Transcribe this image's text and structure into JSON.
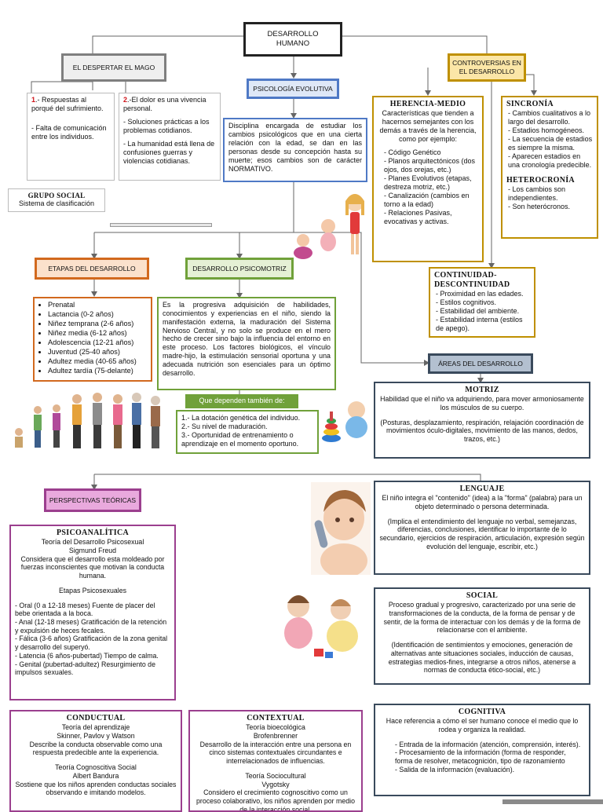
{
  "title": {
    "line1": "DESARROLLO",
    "line2": "HUMANO"
  },
  "despertar": {
    "label": "EL DESPERTAR EL MAGO",
    "left_num": "1",
    "left_text": ".- Respuestas al porqué del sufrimiento.",
    "left_text2": "- Falta de comunicación entre los individuos.",
    "right_num": "2",
    "right_text": ".-El dolor es una vivencia personal.",
    "right_text2": "- Soluciones prácticas a los problemas cotidianos.",
    "right_text3": "- La humanidad está llena de confusiones guerras y violencias cotidianas."
  },
  "grupo_social": {
    "title": "GRUPO SOCIAL",
    "text": "Sistema de clasificación"
  },
  "psicologia": {
    "label": "PSICOLOGÍA EVOLUTIVA",
    "text": "Disciplina encargada de estudiar los cambios psicológicos que en una cierta relación con la edad, se dan en las personas desde su concepción hasta su muerte; esos cambios son de carácter NORMATIVO."
  },
  "controversias": {
    "label_line1": "CONTROVERSIAS EN",
    "label_line2": "EL DESARROLLO"
  },
  "herencia": {
    "title": "HERENCIA-MEDIO",
    "intro": "Características que tienden a hacernos semejantes con los demás a través de la herencia, como por ejemplo:",
    "items": [
      "Código Genético",
      "Planos arquitectónicos (dos ojos, dos orejas, etc.)",
      "Planes Evolutivos (etapas, destreza motriz, etc.)",
      "Canalización (cambios en torno a la edad)",
      "Relaciones Pasivas, evocativas y activas."
    ]
  },
  "sincronia": {
    "title": "SINCRONÍA",
    "items": [
      "Cambios cualitativos a lo largo del desarrollo.",
      "Estadios homogéneos.",
      "La secuencia de estadios es siempre la misma.",
      "Aparecen estadios en una cronología predecible."
    ],
    "title2": "HETEROCRONÍA",
    "items2": [
      "Los cambios son independientes.",
      "Son heterócronos."
    ]
  },
  "continuidad": {
    "title_line1": "CONTINUIDAD-",
    "title_line2": "DESCONTINUIDAD",
    "items": [
      "Proximidad en las edades.",
      "Estilos cognitivos.",
      "Estabilidad del ambiente.",
      "Estabilidad interna (estilos de apego)."
    ]
  },
  "etapas": {
    "label": "ETAPAS DEL DESARROLLO",
    "items": [
      "Prenatal",
      "Lactancia (0-2 años)",
      "Niñez temprana (2-6 años)",
      "Niñez media (6-12 años)",
      "Adolescencia (12-21 años)",
      "Juventud (25-40 años)",
      "Adultez media (40-65 años)",
      "Adultez tardía (75-delante)"
    ]
  },
  "psicomotriz": {
    "label": "DESARROLLO PSICOMOTRIZ",
    "text": "Es la progresiva adquisición de habilidades, conocimientos y experiencias en el niño, siendo la manifestación externa, la maduración del Sistema Nervioso Central, y no solo se produce en el mero hecho de crecer sino bajo la influencia del entorno en este proceso. Los factores biológicos, el vínculo madre-hijo, la estimulación sensorial oportuna y una adecuada nutrición son esenciales para un óptimo desarrollo."
  },
  "dependen": {
    "label": "Que dependen también de:",
    "items": [
      "1.- La dotación genética del individuo.",
      "2.- Su nivel de maduración.",
      "3.- Oportunidad de entrenamiento o aprendizaje en el momento oportuno."
    ]
  },
  "areas": {
    "label": "ÁREAS DEL DESARROLLO"
  },
  "motriz": {
    "title": "MOTRIZ",
    "text": "Habilidad que el niño va adquiriendo, para mover armoniosamente los músculos de su cuerpo.",
    "text2": "(Posturas, desplazamiento, respiración, relajación coordinación de movimientos óculo-digitales, movimiento de las manos, dedos, trazos, etc.)"
  },
  "perspectivas": {
    "label": "PERSPECTIVAS TEÓRICAS"
  },
  "psicoanalitica": {
    "title": "PSICOANALÍTICA",
    "line1": "Teoría del Desarrollo Psicosexual",
    "line2": "Sigmund Freud",
    "line3": "Considera que el desarrollo esta moldeado por fuerzas inconscientes que motivan la conducta humana.",
    "line4": "Etapas Psicosexuales",
    "items": [
      "- Oral (0 a 12-18 meses) Fuente de placer del bebe orientada a la boca.",
      "- Anal (12-18 meses) Gratificación de la retención y expulsión de heces fecales.",
      "- Fálica (3-6 años) Gratificación de la zona genital y desarrollo del superyó.",
      "- Latencia (6 años-pubertad) Tiempo de calma.",
      "- Genital (pubertad-adultez) Resurgimiento de impulsos sexuales."
    ]
  },
  "lenguaje": {
    "title": "LENGUAJE",
    "text": "El niño integra el \"contenido\" (idea) a la \"forma\" (palabra) para un objeto determinado o persona determinada.",
    "text2": "(Implica el entendimiento del lenguaje no verbal, semejanzas, diferencias, conclusiones, identificar lo importante de lo secundario, ejercicios de respiración, articulación, expresión según evolución del lenguaje, escribir, etc.)"
  },
  "social": {
    "title": "SOCIAL",
    "text": "Proceso gradual y progresivo, caracterizado por una serie de transformaciones de la conducta, de la forma de pensar y de sentir, de la forma de interactuar con los demás y de la forma de relacionarse con el ambiente.",
    "text2": "(Identificación de sentimientos y emociones, generación de alternativas ante situaciones sociales, inducción de causas, estrategias medios-fines, integrarse a otros niños, atenerse a normas de conducta ético-social, etc.)"
  },
  "conductual": {
    "title": "CONDUCTUAL",
    "line1": "Teoría del aprendizaje",
    "line2": "Skinner, Pavlov y Watson",
    "line3": "Describe la conducta observable como una respuesta predecible ante la experiencia.",
    "line4": "Teoría Cognoscitiva Social",
    "line5": "Albert Bandura",
    "line6": "Sostiene que los niños aprenden conductas sociales observando e imitando modelos."
  },
  "contextual": {
    "title": "CONTEXTUAL",
    "line1": "Teoría bioecológica",
    "line2": "Brofenbrenner",
    "line3": "Desarrollo de la interacción entre una persona en cinco sistemas contextuales circundantes e interrelacionados de influencias.",
    "line4": "Teoría Sociocultural",
    "line5": "Vygotsky",
    "line6": "Considero el crecimiento cognoscitivo como un proceso colaborativo, los niños aprenden por medio de la interacción social."
  },
  "cognitiva": {
    "title": "COGNITIVA",
    "text": "Hace referencia a cómo el ser humano conoce el medio que lo rodea y organiza la realidad.",
    "items": [
      "Entrada de la información (atención, comprensión, interés).",
      "Procesamiento de la información (forma de responder, forma de resolver, metacognición, tipo de razonamiento",
      "Salida de la información (evaluación)."
    ]
  },
  "colors": {
    "gray": "#7f7f7f",
    "navy": "#3a4a5c",
    "blue": "#4f79c5",
    "gold": "#bf9000",
    "orange": "#d2691e",
    "green": "#70a13a",
    "purple": "#9b3f8e",
    "pink": "#d7a1d0"
  }
}
